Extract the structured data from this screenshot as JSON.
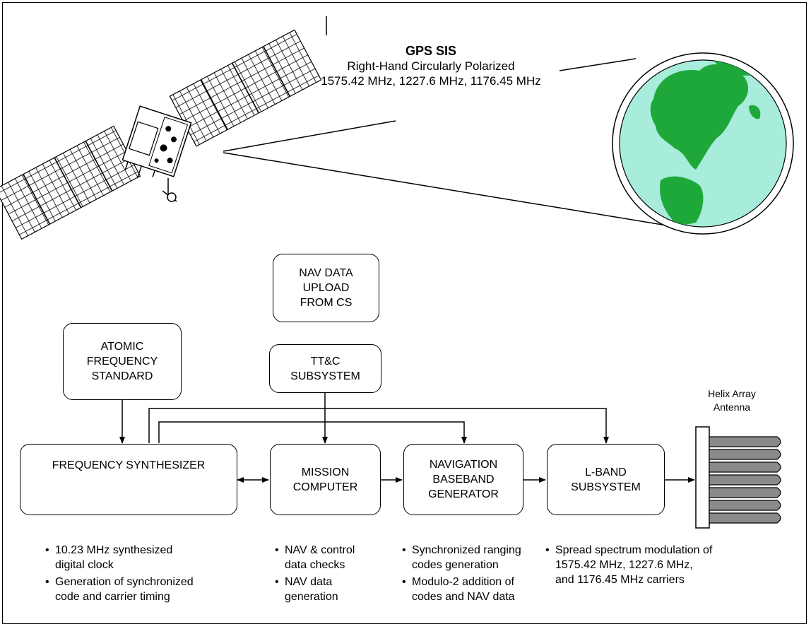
{
  "signal": {
    "title": "GPS SIS",
    "polarization": "Right-Hand Circularly Polarized",
    "frequencies": "1575.42 MHz, 1227.6 MHz, 1176.45 MHz"
  },
  "boxes": {
    "nav_data_upload": "NAV DATA\nUPLOAD\nFROM CS",
    "atomic_frequency_standard": "ATOMIC\nFREQUENCY\nSTANDARD",
    "ttc_subsystem": "TT&C\nSUBSYSTEM",
    "frequency_synthesizer": "FREQUENCY SYNTHESIZER",
    "mission_computer": "MISSION\nCOMPUTER",
    "navigation_baseband_generator": "NAVIGATION\nBASEBAND\nGENERATOR",
    "l_band_subsystem": "L-BAND\nSUBSYSTEM"
  },
  "antenna": {
    "label_line1": "Helix Array",
    "label_line2": "Antenna"
  },
  "notes": {
    "frequency_synthesizer": [
      "10.23 MHz synthesized digital clock",
      "Generation of synchronized code and carrier timing"
    ],
    "mission_computer": [
      "NAV & control data checks",
      "NAV data generation"
    ],
    "navigation_baseband_generator": [
      "Synchronized ranging codes generation",
      "Modulo-2 addition of codes and NAV data"
    ],
    "l_band_subsystem": [
      "Spread spectrum modulation of 1575.42 MHz, 1227.6 MHz, and 1176.45 MHz carriers"
    ]
  },
  "icons": {
    "satellite": "gps-satellite-icon",
    "earth": "earth-globe-icon",
    "antenna": "helix-array-antenna-icon"
  },
  "colors": {
    "ocean": "#a8ecdc",
    "land": "#1fa83a",
    "antenna_elements": "#8a8a8a"
  }
}
